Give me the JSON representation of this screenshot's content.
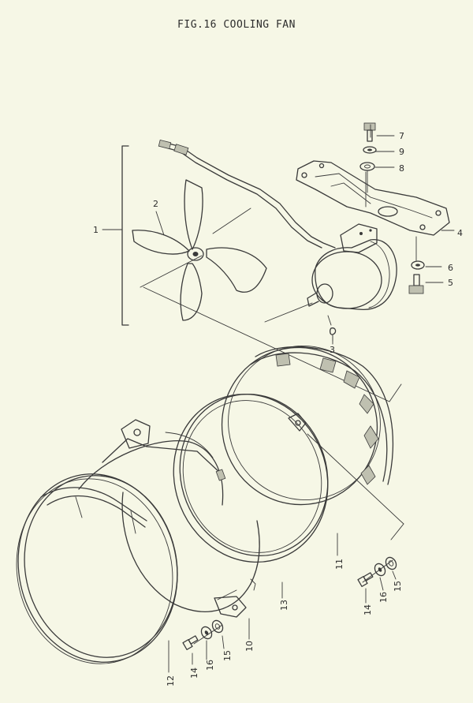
{
  "title": "FIG.16  COOLING FAN",
  "callouts": [
    "1",
    "2",
    "3",
    "4",
    "5",
    "6",
    "7",
    "8",
    "9",
    "10",
    "11",
    "12",
    "13",
    "14",
    "15",
    "16",
    "14",
    "16",
    "15"
  ]
}
